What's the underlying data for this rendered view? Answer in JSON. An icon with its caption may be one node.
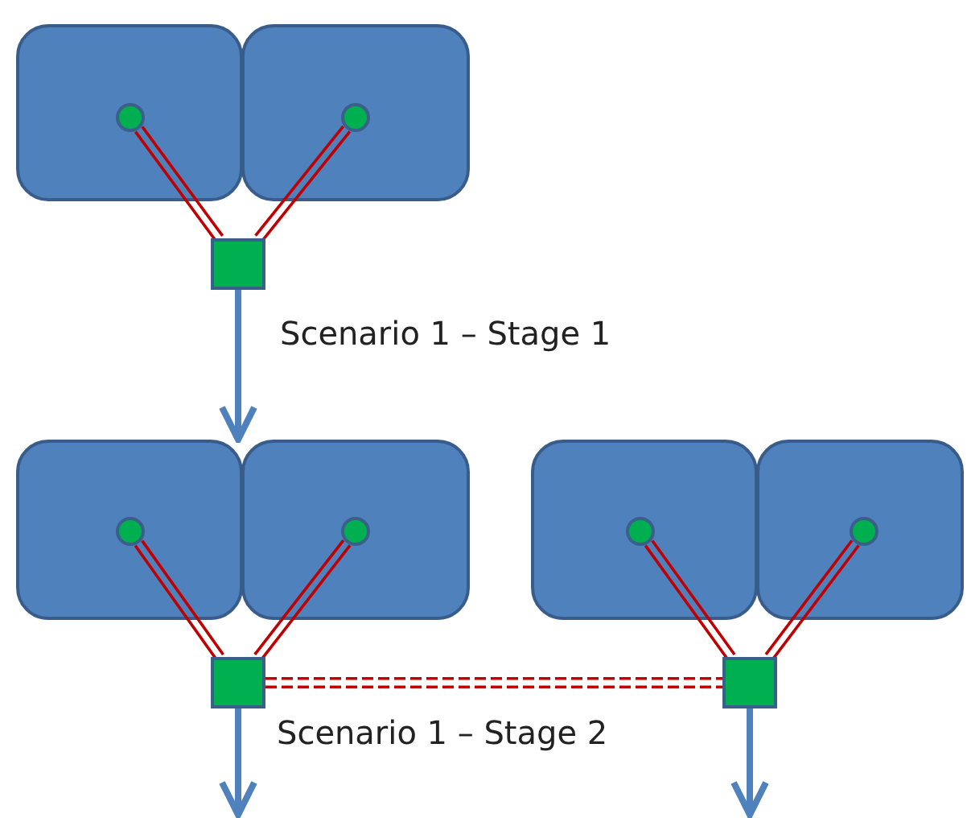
{
  "diagram": {
    "nodes": [
      {
        "text": [],
        "shape": "box"
      },
      {
        "text": [],
        "shape": "box"
      },
      {
        "text": [],
        "shape": "circle",
        "in": 0
      },
      {
        "text": [],
        "shape": "circle",
        "in": 1
      },
      {
        "text": [],
        "shape": "box"
      },
      {
        "text": [],
        "shape": "box"
      },
      {
        "text": [],
        "shape": "box"
      },
      {
        "text": [],
        "shape": "box"
      },
      {
        "text": [],
        "shape": "box"
      },
      {
        "text": [],
        "shape": "circle",
        "in": 5
      },
      {
        "text": [],
        "shape": "circle",
        "in": 6
      },
      {
        "text": [],
        "shape": "circle",
        "in": 7
      },
      {
        "text": [],
        "shape": "circle",
        "in": 8
      },
      {
        "text": [],
        "shape": "box"
      },
      {
        "text": [],
        "shape": "box"
      }
    ],
    "edges": [
      {
        "from": 2,
        "to": 4,
        "arrow": "none"
      },
      {
        "from": 3,
        "to": 4,
        "arrow": "none"
      },
      {
        "from": 4,
        "to": 5,
        "arrow": "to",
        "style": "thick",
        "color": "#4f81bd"
      },
      {
        "from": 9,
        "to": 13,
        "arrow": "none"
      },
      {
        "from": 10,
        "to": 13,
        "arrow": "none"
      },
      {
        "from": 11,
        "to": 14,
        "arrow": "none"
      },
      {
        "from": 12,
        "to": 14,
        "arrow": "none"
      },
      {
        "from": 13,
        "to": 14,
        "arrow": "none",
        "style": "dashed"
      },
      {
        "from": 13,
        "to": null,
        "arrow": "to",
        "style": "thick",
        "color": "#4f81bd"
      },
      {
        "from": 14,
        "to": null,
        "arrow": "to",
        "style": "thick",
        "color": "#4f81bd"
      }
    ],
    "labels": [
      "Scenario 1 – Stage 1",
      "Scenario 1 – Stage 2"
    ]
  }
}
